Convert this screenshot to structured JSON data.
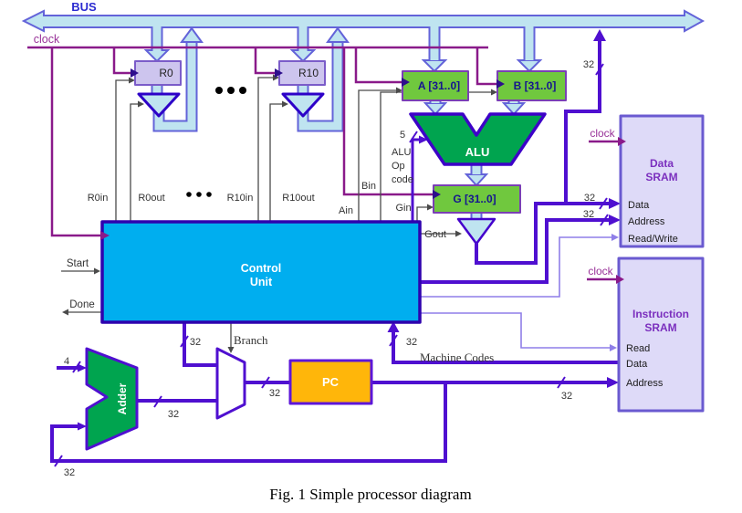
{
  "diagram": {
    "bus_label": "BUS",
    "clock_label": "clock",
    "caption": "Fig. 1 Simple processor diagram",
    "registers": {
      "r0": "R0",
      "r10": "R10",
      "a": "A [31..0]",
      "b": "B [31..0]",
      "g": "G [31..0]"
    },
    "alu_label": "ALU",
    "adder_label": "Adder",
    "control_unit": {
      "line1": "Control",
      "line2": "Unit"
    },
    "pc_label": "PC",
    "mux": {
      "branch_label": "Branch"
    },
    "data_sram": {
      "clock_label": "clock",
      "title_line1": "Data",
      "title_line2": "SRAM",
      "ports": [
        "Data",
        "Address",
        "Read/Write"
      ]
    },
    "instruction_sram": {
      "clock_label": "clock",
      "title_line1": "Instruction",
      "title_line2": "SRAM",
      "ports": [
        "Read",
        "Data",
        "Address"
      ]
    },
    "control_signals": {
      "r0in": "R0in",
      "r0out": "R0out",
      "r10in": "R10in",
      "r10out": "R10out",
      "ain": "Ain",
      "bin": "Bin",
      "gin": "Gin",
      "gout": "Gout",
      "start": "Start",
      "done": "Done",
      "machine_codes": "Machine Codes"
    },
    "alu_op": {
      "width": "5",
      "line1": "ALU",
      "line2": "Op",
      "line3": "code"
    },
    "bus_widths": {
      "w32": "32",
      "w4": "4"
    },
    "colors": {
      "bus_fill": "#BFE4F0",
      "bus_outline": "#6363D9",
      "clock_wire": "#8A1A8A",
      "data_wire": "#4F0FD0",
      "control_wire": "#8F7FE8",
      "enable_wire": "#444444",
      "register_fill": "#CDC5EE",
      "green_reg_fill": "#70C83E",
      "alu_fill": "#00A44F",
      "control_unit_fill": "#00AEEF",
      "pc_fill": "#FFB60A",
      "sram_fill": "#DEDAF8"
    }
  }
}
